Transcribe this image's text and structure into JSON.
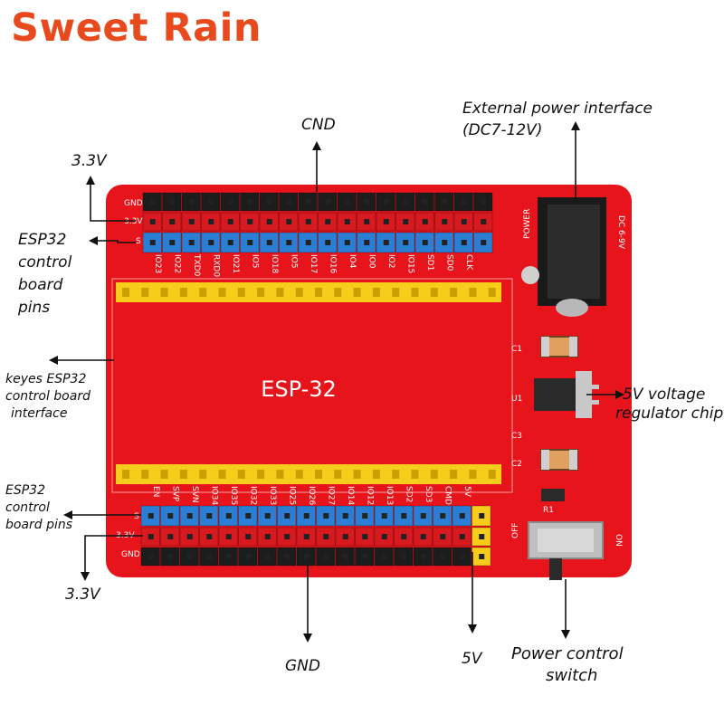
{
  "brand": {
    "text": "Sweet Rain",
    "color": "#e8491d"
  },
  "board": {
    "center_label": "ESP-32",
    "power_label": "POWER",
    "dc_label": "DC 6-9V",
    "off_label": "OFF",
    "on_label": "ON",
    "comp": {
      "c1": "C1",
      "u1": "U1",
      "c3": "C3",
      "c2": "C2",
      "r1": "R1"
    },
    "top_rows": {
      "gnd": "GND",
      "v33": "3.3V",
      "s": "S"
    },
    "bottom_rows": {
      "s": "S",
      "v33": "3.3V",
      "gnd": "GND"
    },
    "top_pins": [
      "IO23",
      "IO22",
      "TXD0",
      "RXD0",
      "IO21",
      "IO5",
      "IO18",
      "IO5",
      "IO17",
      "IO16",
      "IO4",
      "IO0",
      "IO2",
      "IO15",
      "SD1",
      "SD0",
      "CLK"
    ],
    "bottom_pins": [
      "EN",
      "SVP",
      "SVN",
      "IO34",
      "IO35",
      "IO32",
      "IO33",
      "IO25",
      "IO26",
      "IO27",
      "IO14",
      "IO12",
      "IO13",
      "SD2",
      "SD3",
      "CMD",
      "5V"
    ],
    "colors": {
      "pcb": "#e8141b",
      "blue": "#2a7fd4",
      "red": "#d61a20",
      "black": "#1c1c1c",
      "yellow": "#f5cd1a"
    }
  },
  "callouts": {
    "cnd": "CND",
    "ext_power_1": "External power interface",
    "ext_power_2": "(DC7-12V)",
    "v33_top": "3.3V",
    "esp32_pins_top": [
      "ESP32",
      "control",
      "board",
      "pins"
    ],
    "keyes_1": "keyes ESP32",
    "keyes_2": "control board",
    "keyes_3": "interface",
    "vreg_1": "5V voltage",
    "vreg_2": "regulator chip",
    "esp32_pins_bottom": [
      "ESP32",
      "control",
      "board pins"
    ],
    "v33_bottom": "3.3V",
    "gnd": "GND",
    "v5": "5V",
    "switch_1": "Power control",
    "switch_2": "switch"
  }
}
